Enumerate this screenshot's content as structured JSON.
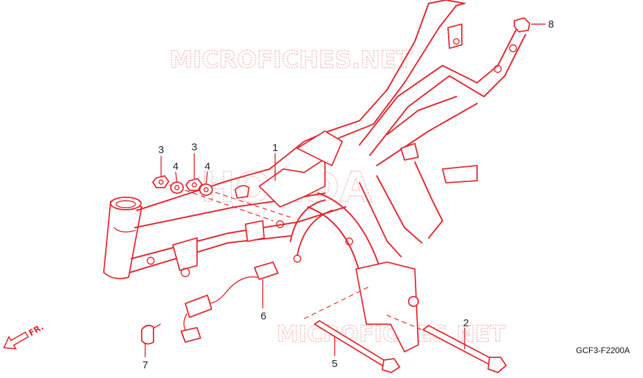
{
  "watermarks": {
    "top": "MICROFICHES.NET",
    "center": "HONDA",
    "bottom": "MICROFICHES.NET"
  },
  "callouts": [
    {
      "id": "frame-body",
      "label": "1"
    },
    {
      "id": "bolt-long",
      "label": "2"
    },
    {
      "id": "nut-left",
      "label": "3"
    },
    {
      "id": "washer-left",
      "label": "4"
    },
    {
      "id": "nut-right",
      "label": "3"
    },
    {
      "id": "washer-right",
      "label": "4"
    },
    {
      "id": "bolt-short",
      "label": "5"
    },
    {
      "id": "wire-harness",
      "label": "6"
    },
    {
      "id": "cap",
      "label": "7"
    },
    {
      "id": "end-cap",
      "label": "8"
    }
  ],
  "direction_label": "FR.",
  "diagram_code": "GCF3-F2200A",
  "colors": {
    "line": "#e8242a",
    "watermark": "#f6b8b8",
    "text": "#222222"
  }
}
